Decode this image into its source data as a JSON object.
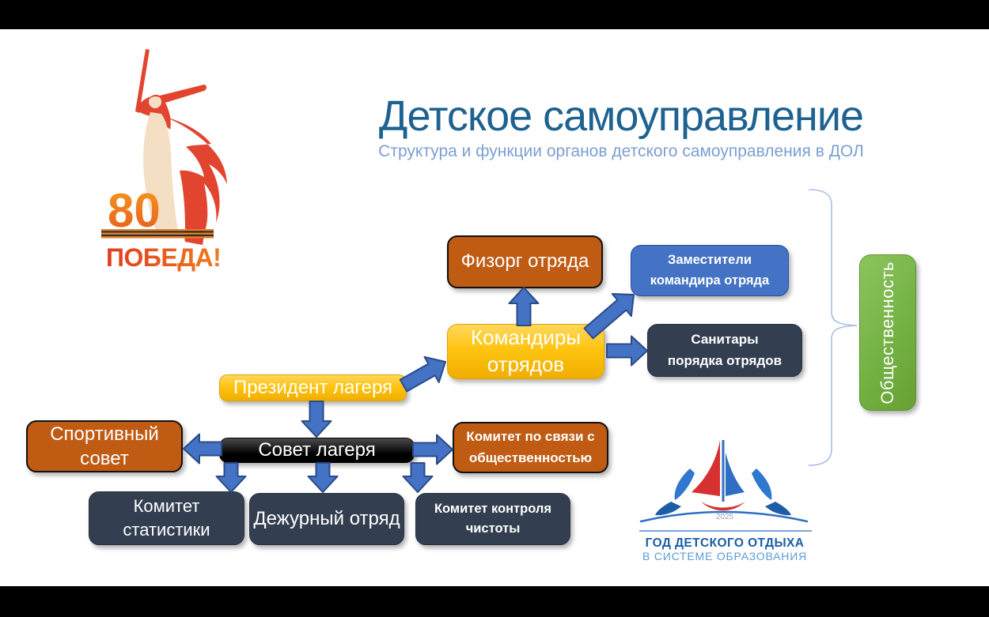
{
  "slide": {
    "title": "Детское самоуправление",
    "subtitle": "Структура и функции органов детского самоуправления в ДОЛ"
  },
  "victory_logo": {
    "number": "80",
    "word": "ПОБЕДА!"
  },
  "year_logo": {
    "year": "2025",
    "line1": "ГОД ДЕТСКОГО ОТДЫХА",
    "line2": "В СИСТЕМЕ ОБРАЗОВАНИЯ"
  },
  "diagram": {
    "nodes": {
      "fizorg": {
        "label": "Физорг отряда",
        "color": "#C05B13"
      },
      "zam": {
        "label": "Заместители командира отряда",
        "color": "#4472C4"
      },
      "komandiry": {
        "label": "Командиры отрядов",
        "color": "#FFC211"
      },
      "sanitary": {
        "label": "Санитары порядка отрядов",
        "color": "#333F50"
      },
      "prezident": {
        "label": "Президент лагеря",
        "color": "#FFC211"
      },
      "sovet": {
        "label": "Совет лагеря",
        "color": "#000000"
      },
      "sport": {
        "label": "Спортивный совет",
        "color": "#C05B13"
      },
      "svyaz": {
        "label": "Комитет по связи с общественностью",
        "color": "#C05B13"
      },
      "statistika": {
        "label": "Комитет статистики",
        "color": "#333F50"
      },
      "dezhurny": {
        "label": "Дежурный отряд",
        "color": "#333F50"
      },
      "chistota": {
        "label": "Комитет контроля чистоты",
        "color": "#333F50"
      },
      "public": {
        "label": "Общественность",
        "color": "#76B947"
      }
    },
    "arrow_color": "#4472C4",
    "title_color": "#1D6290",
    "subtitle_color": "#7C9FD3"
  }
}
